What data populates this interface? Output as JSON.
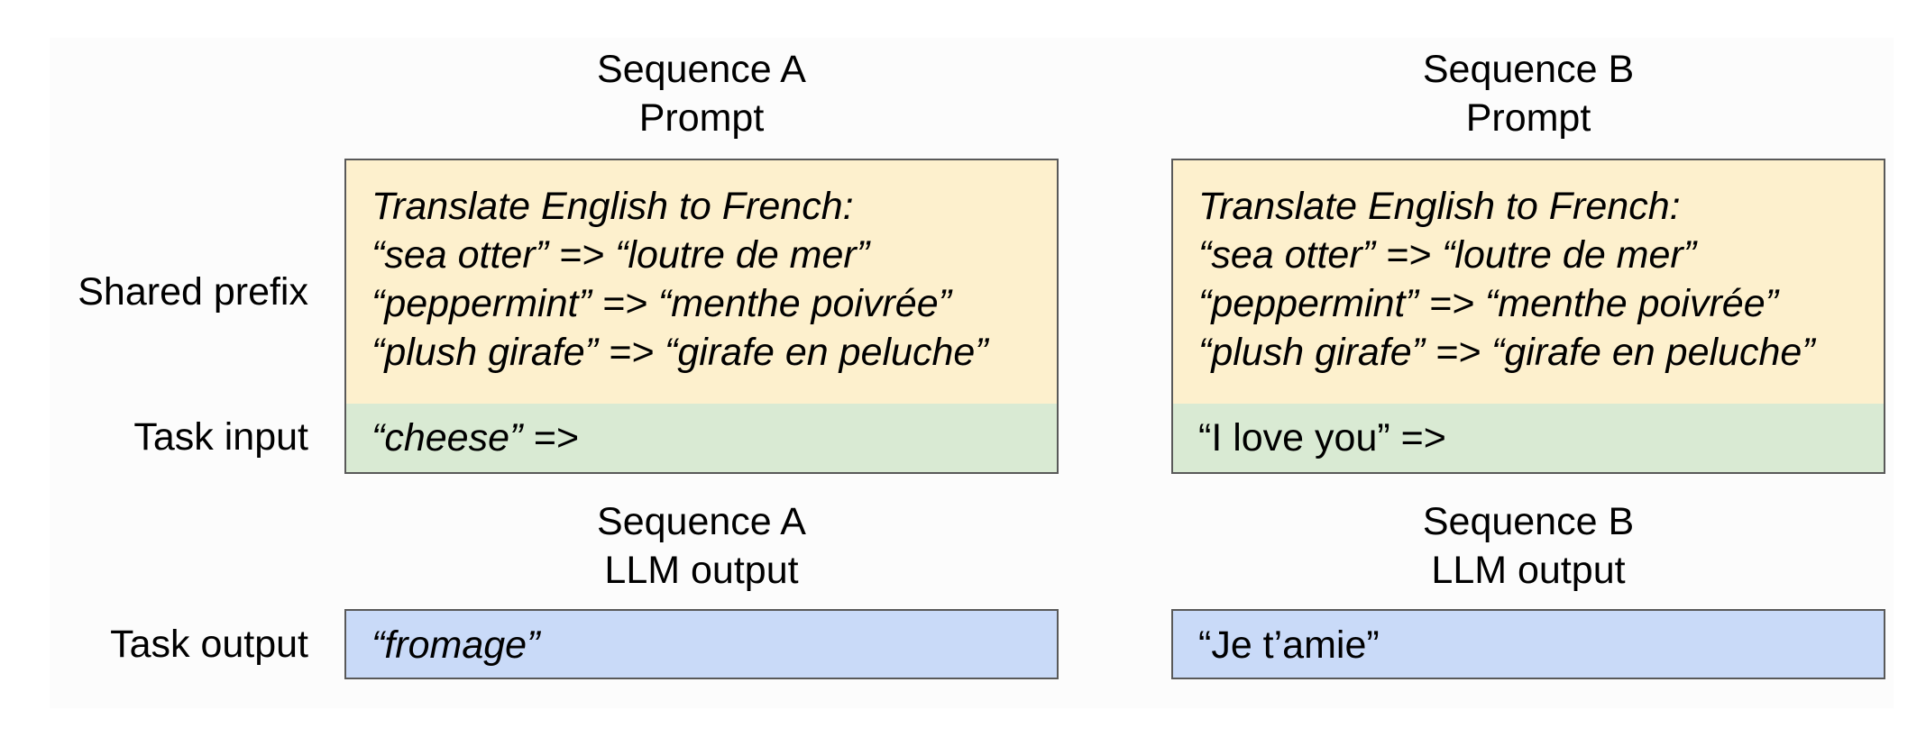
{
  "sequence_a": {
    "prompt_header": [
      "Sequence A",
      "Prompt"
    ],
    "output_header": [
      "Sequence A",
      "LLM output"
    ],
    "prefix_lines": [
      "Translate English to French:",
      "“sea otter” => “loutre de mer”",
      "“peppermint” => “menthe poivrée”",
      "“plush girafe” => “girafe en peluche”"
    ],
    "task_input": "“cheese” =>",
    "task_output": "“fromage”"
  },
  "sequence_b": {
    "prompt_header": [
      "Sequence B",
      "Prompt"
    ],
    "output_header": [
      "Sequence B",
      "LLM output"
    ],
    "prefix_lines": [
      "Translate English to French:",
      "“sea otter” => “loutre de mer”",
      "“peppermint” => “menthe poivrée”",
      "“plush girafe” => “girafe en peluche”"
    ],
    "task_input": "“I love you” =>",
    "task_output": "“Je t’amie”"
  },
  "row_labels": {
    "shared_prefix": "Shared prefix",
    "task_input": "Task input",
    "task_output": "Task output"
  },
  "colors": {
    "shared_prefix_fill": "#fdf0cd",
    "task_input_fill": "#d9ead3",
    "task_output_fill": "#c9daf8",
    "border": "#595959"
  }
}
